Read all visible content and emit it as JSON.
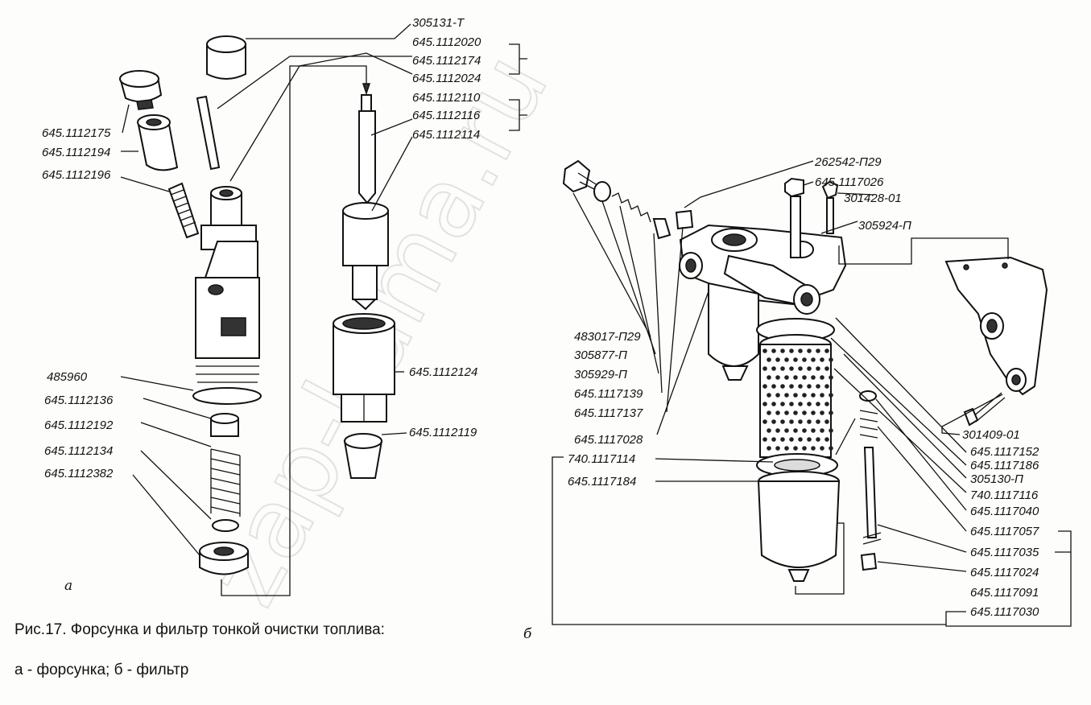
{
  "watermark": "zap-kama.ru",
  "caption": {
    "line1": "Рис.17. Форсунка и фильтр тонкой очистки топлива:",
    "line2": "а - форсунка; б - фильтр"
  },
  "subfigures": {
    "a": "а",
    "b": "б"
  },
  "labels_injector": {
    "p305131": "305131-Т",
    "p1112020": "645.1112020",
    "p1112174": "645.1112174",
    "p1112024": "645.1112024",
    "p1112110": "645.1112110",
    "p1112116": "645.1112116",
    "p1112114": "645.1112114",
    "p1112175": "645.1112175",
    "p1112194": "645.1112194",
    "p1112196": "645.1112196",
    "p485960": "485960",
    "p1112136": "645.1112136",
    "p1112192": "645.1112192",
    "p1112134": "645.1112134",
    "p1112382": "645.1112382",
    "p1112124": "645.1112124",
    "p1112119": "645.1112119"
  },
  "labels_filter": {
    "p262542": "262542-П29",
    "p1117026": "645.1117026",
    "p301428": "301428-01",
    "p305924": "305924-П",
    "p483017": "483017-П29",
    "p305877": "305877-П",
    "p305929": "305929-П",
    "p1117139": "645.1117139",
    "p1117137": "645.1117137",
    "p1117028": "645.1117028",
    "p740_1117114": "740.1117114",
    "p1117184": "645.1117184",
    "p301409": "301409-01",
    "p1117152": "645.1117152",
    "p1117186": "645.1117186",
    "p305130": "305130-П",
    "p740_1117116": "740.1117116",
    "p1117040": "645.1117040",
    "p1117057": "645.1117057",
    "p1117035": "645.1117035",
    "p1117024": "645.1117024",
    "p1117091": "645.1117091",
    "p1117030": "645.1117030"
  }
}
